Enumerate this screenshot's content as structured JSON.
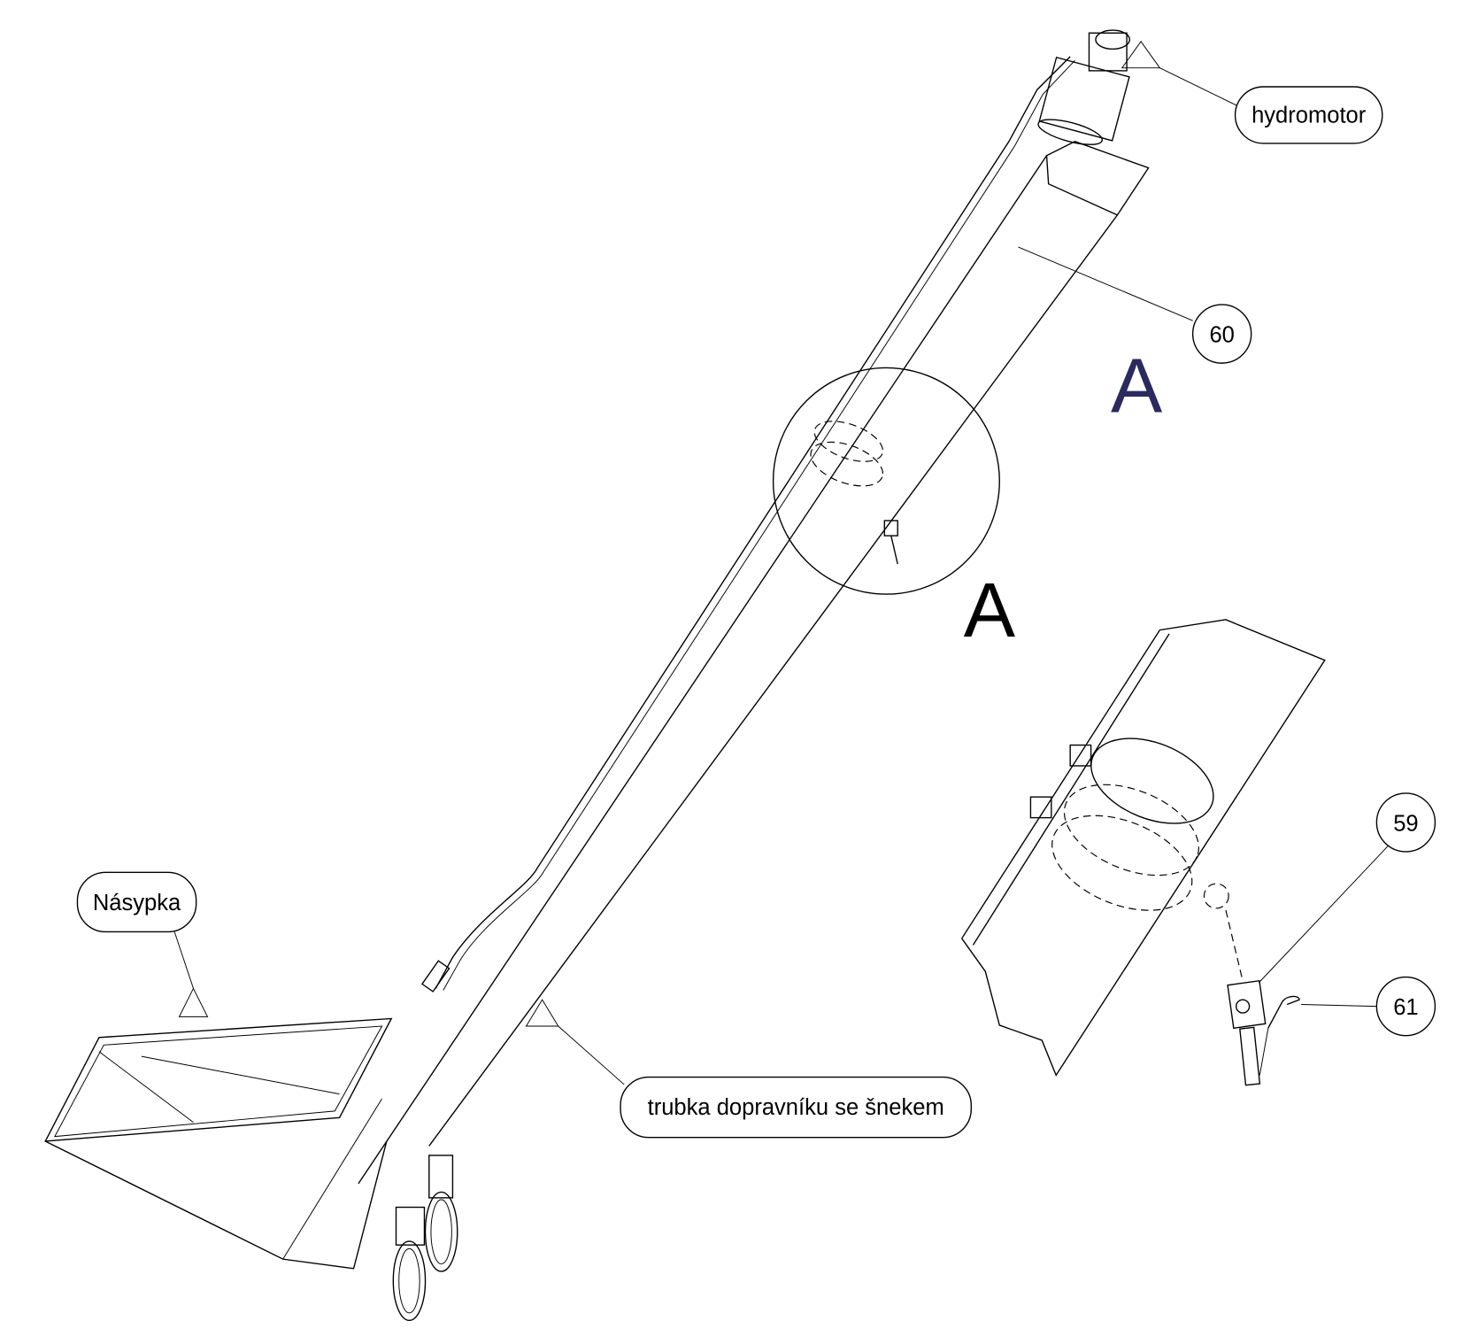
{
  "labels": {
    "hydromotor": "hydromotor",
    "hopper": "Násypka",
    "tube": "trubka dopravníku se šnekem"
  },
  "callouts": {
    "c60": "60",
    "c59": "59",
    "c61": "61"
  },
  "detail": {
    "marker_top": "A",
    "marker_circle": "A"
  },
  "colors": {
    "line": "#000000",
    "detail_marker": "#2a2a5e"
  }
}
